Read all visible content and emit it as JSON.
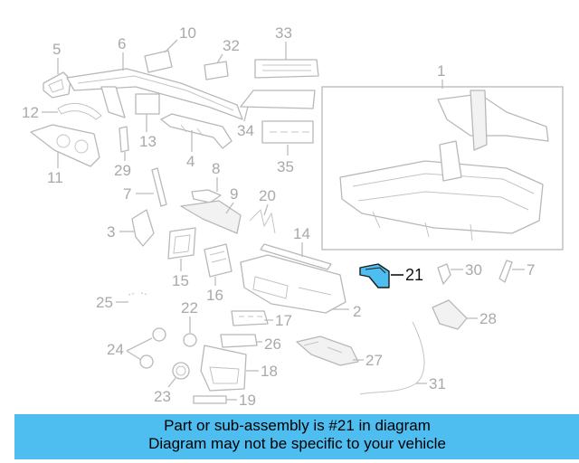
{
  "diagram": {
    "highlight_color": "#4ebdf0",
    "labels": {
      "p1": "1",
      "p2": "2",
      "p3": "3",
      "p4": "4",
      "p5": "5",
      "p6": "6",
      "p7a": "7",
      "p7b": "7",
      "p8": "8",
      "p9": "9",
      "p10": "10",
      "p11": "11",
      "p12": "12",
      "p13": "13",
      "p14": "14",
      "p15": "15",
      "p16": "16",
      "p17": "17",
      "p18": "18",
      "p19": "19",
      "p20": "20",
      "p21": "21",
      "p22": "22",
      "p23": "23",
      "p24": "24",
      "p25": "25",
      "p26": "26",
      "p27": "27",
      "p28": "28",
      "p29": "29",
      "p30": "30",
      "p31": "31",
      "p32": "32",
      "p33": "33",
      "p34": "34",
      "p35": "35"
    }
  },
  "banner": {
    "line1": "Part or sub-assembly is #21 in diagram",
    "line2": "Diagram may not be specific to your vehicle",
    "background": "#4ebdf0"
  }
}
